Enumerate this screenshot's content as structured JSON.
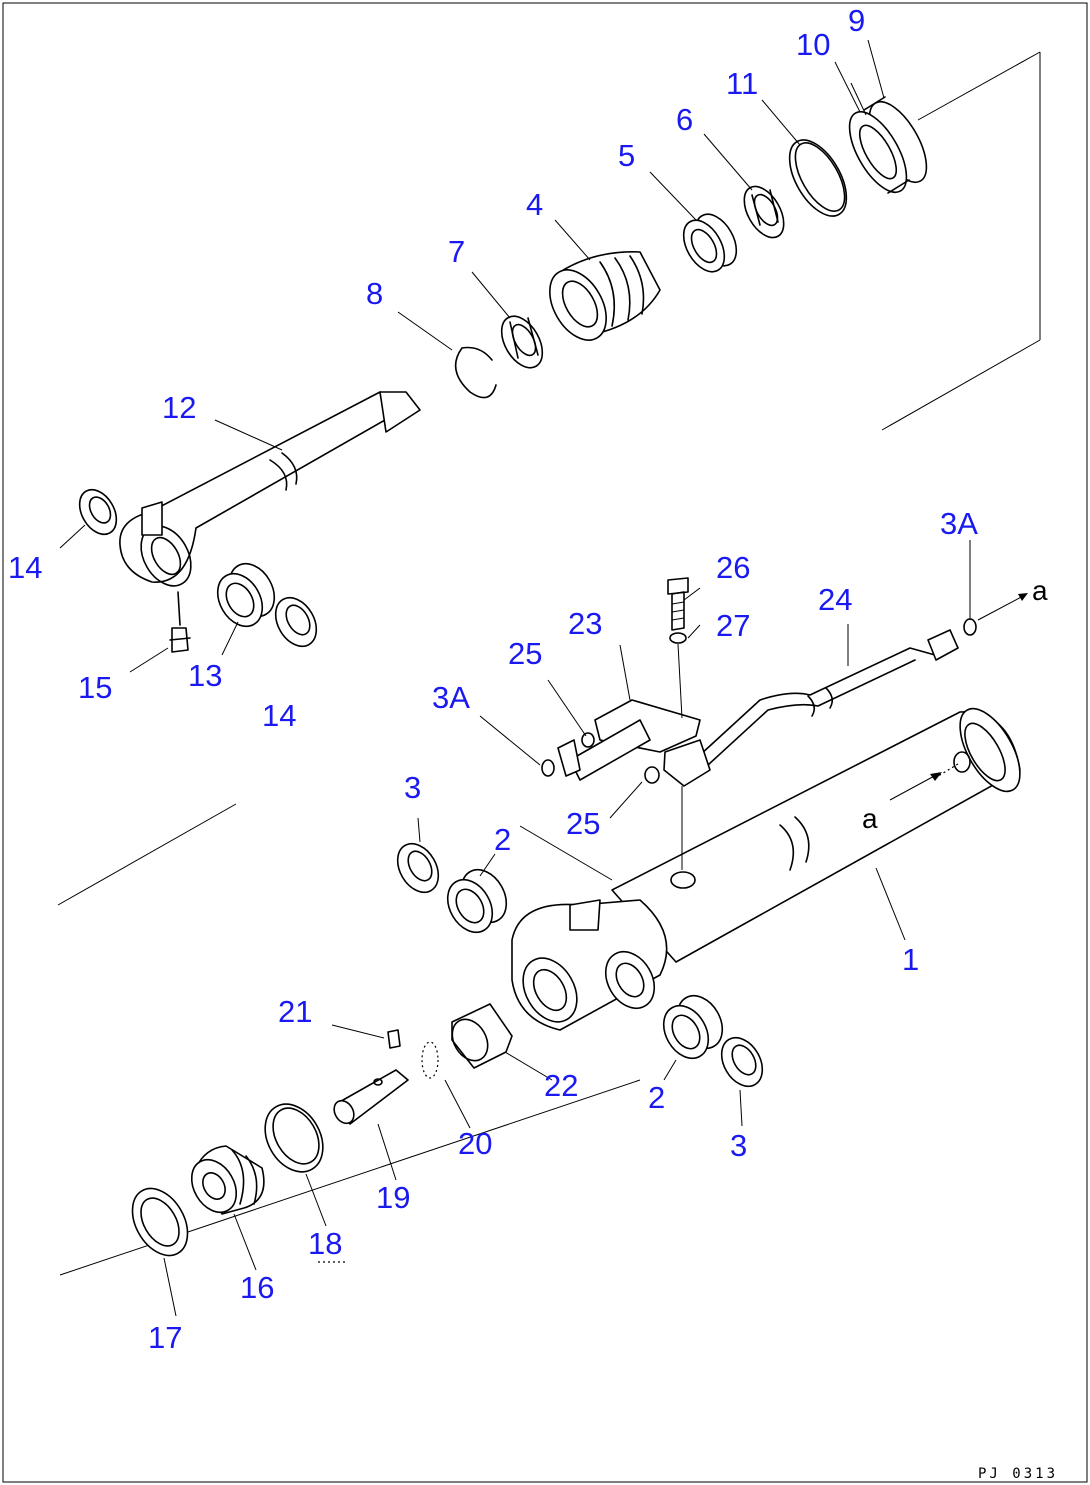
{
  "diagram": {
    "label_color": "#1a1af0",
    "line_color": "#000000",
    "drawing_code": "PJ 0313",
    "direction_marks": [
      "a",
      "a"
    ],
    "callouts": [
      {
        "id": "9",
        "text": "9"
      },
      {
        "id": "10",
        "text": "10"
      },
      {
        "id": "11",
        "text": "11"
      },
      {
        "id": "6",
        "text": "6"
      },
      {
        "id": "5",
        "text": "5"
      },
      {
        "id": "4",
        "text": "4"
      },
      {
        "id": "7",
        "text": "7"
      },
      {
        "id": "8",
        "text": "8"
      },
      {
        "id": "12",
        "text": "12"
      },
      {
        "id": "14a",
        "text": "14"
      },
      {
        "id": "15",
        "text": "15"
      },
      {
        "id": "13",
        "text": "13"
      },
      {
        "id": "14b",
        "text": "14"
      },
      {
        "id": "3Aa",
        "text": "3A"
      },
      {
        "id": "26",
        "text": "26"
      },
      {
        "id": "24",
        "text": "24"
      },
      {
        "id": "23",
        "text": "23"
      },
      {
        "id": "27",
        "text": "27"
      },
      {
        "id": "25a",
        "text": "25"
      },
      {
        "id": "3Ab",
        "text": "3A"
      },
      {
        "id": "3a",
        "text": "3"
      },
      {
        "id": "25b",
        "text": "25"
      },
      {
        "id": "2a",
        "text": "2"
      },
      {
        "id": "1",
        "text": "1"
      },
      {
        "id": "21",
        "text": "21"
      },
      {
        "id": "22",
        "text": "22"
      },
      {
        "id": "2b",
        "text": "2"
      },
      {
        "id": "20",
        "text": "20"
      },
      {
        "id": "3b",
        "text": "3"
      },
      {
        "id": "19",
        "text": "19"
      },
      {
        "id": "18",
        "text": "18"
      },
      {
        "id": "16",
        "text": "16"
      },
      {
        "id": "17",
        "text": "17"
      }
    ]
  }
}
